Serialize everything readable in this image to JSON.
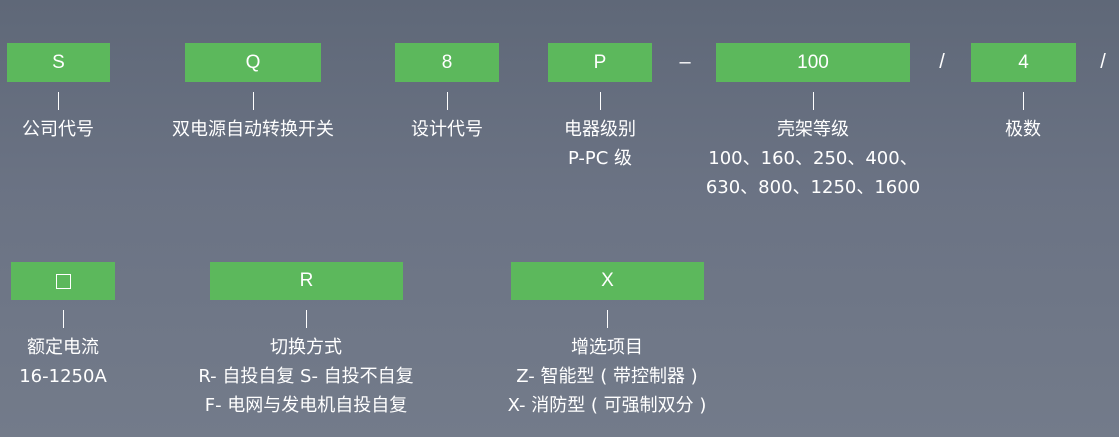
{
  "row1": [
    {
      "code": "S",
      "lines": [
        "公司代号"
      ]
    },
    {
      "code": "Q",
      "lines": [
        "双电源自动转换开关"
      ]
    },
    {
      "code": "8",
      "lines": [
        "设计代号"
      ]
    },
    {
      "code": "P",
      "lines": [
        "电器级别",
        "P-PC 级"
      ]
    },
    {
      "code": "100",
      "lines": [
        "壳架等级",
        "100、160、250、400、",
        "630、800、1250、1600"
      ]
    },
    {
      "code": "4",
      "lines": [
        "极数"
      ]
    }
  ],
  "separators": [
    "–",
    "/",
    "/"
  ],
  "row2": [
    {
      "code": "□",
      "icon": "empty-square-icon",
      "lines": [
        "额定电流",
        "16-1250A"
      ]
    },
    {
      "code": "R",
      "lines": [
        "切换方式",
        "R- 自投自复  S- 自投不自复",
        "F- 电网与发电机自投自复"
      ]
    },
    {
      "code": "X",
      "lines": [
        "增选项目",
        "Z- 智能型 ( 带控制器 )",
        "X- 消防型 ( 可强制双分 )"
      ]
    }
  ],
  "colors": {
    "box": "#5cb85c",
    "text": "#ffffff"
  }
}
